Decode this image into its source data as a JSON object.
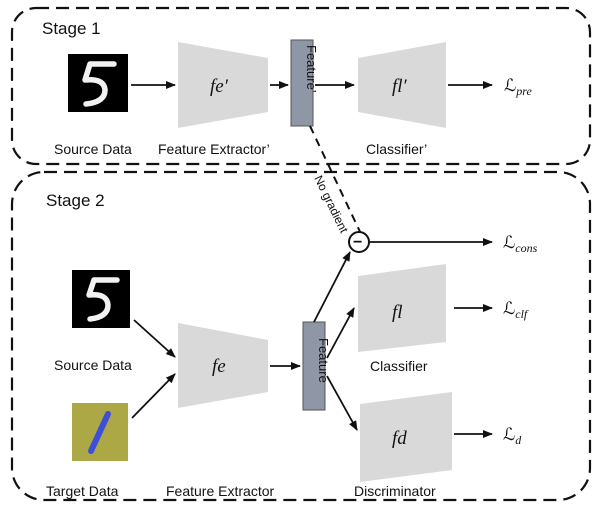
{
  "stage1": {
    "title": "Stage 1",
    "source_label": "Source Data",
    "extractor_label": "Feature Extractor’",
    "extractor_symbol": "fe′",
    "feature_label": "Feature’",
    "classifier_label": "Classifier’",
    "classifier_symbol": "fl′",
    "loss_script": "ℒ",
    "loss_sub": "pre"
  },
  "stage2": {
    "title": "Stage 2",
    "source_label": "Source Data",
    "target_label": "Target Data",
    "extractor_label": "Feature Extractor",
    "extractor_symbol": "fe",
    "feature_label": "Feature",
    "classifier_label": "Classifier",
    "classifier_symbol": "fl",
    "discriminator_label": "Discriminator",
    "discriminator_symbol": "fd",
    "loss_script": "ℒ",
    "loss_cons_sub": "cons",
    "loss_clf_sub": "clf",
    "loss_d_sub": "d"
  },
  "connector": {
    "no_gradient_label": "No gradient",
    "subtract_symbol": "−"
  },
  "colors": {
    "block_fill": "#d9d9d9",
    "feature_fill": "#8f97a6",
    "target_bg": "#b8b24a",
    "target_stroke": "#3d4fd8"
  }
}
